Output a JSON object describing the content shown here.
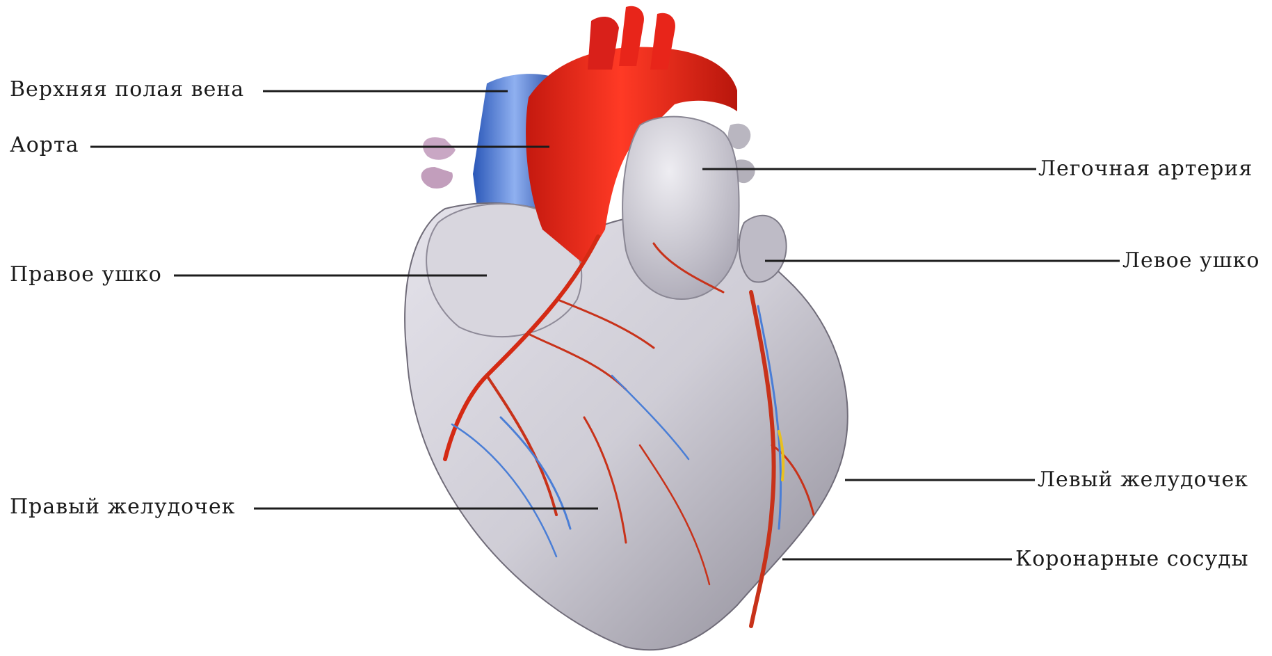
{
  "labels": {
    "superior_vena_cava": "Верхняя полая вена",
    "aorta": "Аорта",
    "right_auricle": "Правое ушко",
    "right_ventricle": "Правый желудочек",
    "pulmonary_artery": "Легочная артерия",
    "left_auricle": "Левое ушко",
    "left_ventricle": "Левый желудочек",
    "coronary_vessels": "Коронарные сосуды"
  },
  "colors": {
    "artery_red": "#e8251a",
    "vein_blue": "#3d6fd0",
    "myocardium_gray": "#cfcdd6",
    "leader_line": "#1c1c1c"
  }
}
